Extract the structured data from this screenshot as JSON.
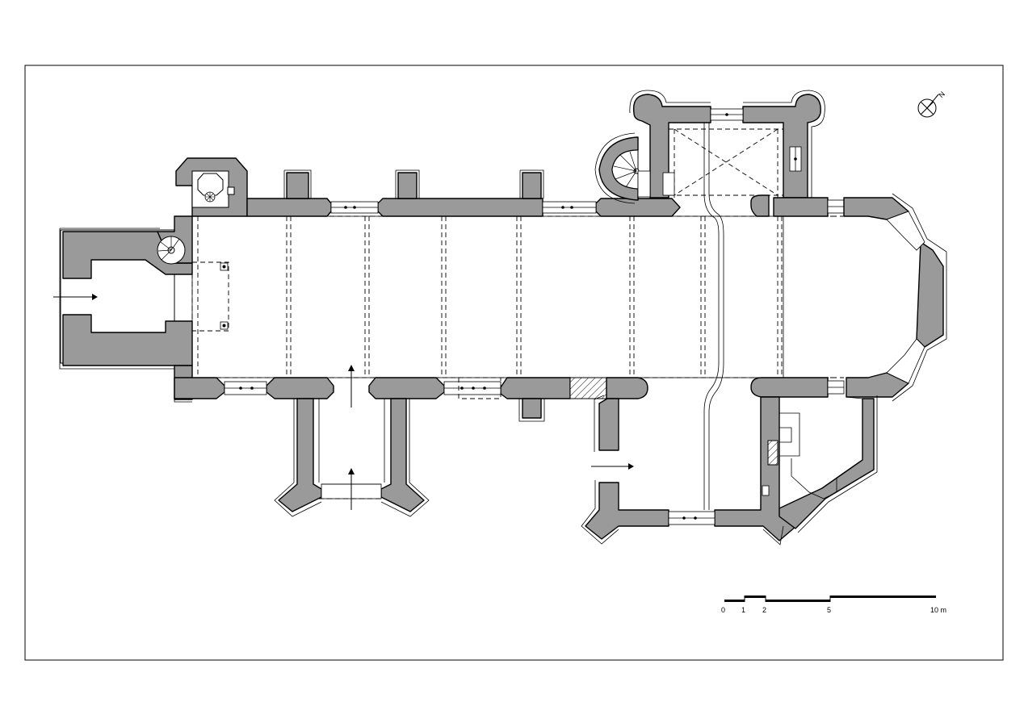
{
  "scale_bar": {
    "ticks": [
      "0",
      "1",
      "2",
      "5",
      "10 m"
    ]
  },
  "north_arrow": {
    "label": "N"
  },
  "colors": {
    "wall": "#9a9a9a",
    "line": "#000000",
    "paper": "#ffffff"
  },
  "icons": [
    "north-arrow-icon",
    "entrance-arrow-icon",
    "spiral-stair-icon"
  ]
}
